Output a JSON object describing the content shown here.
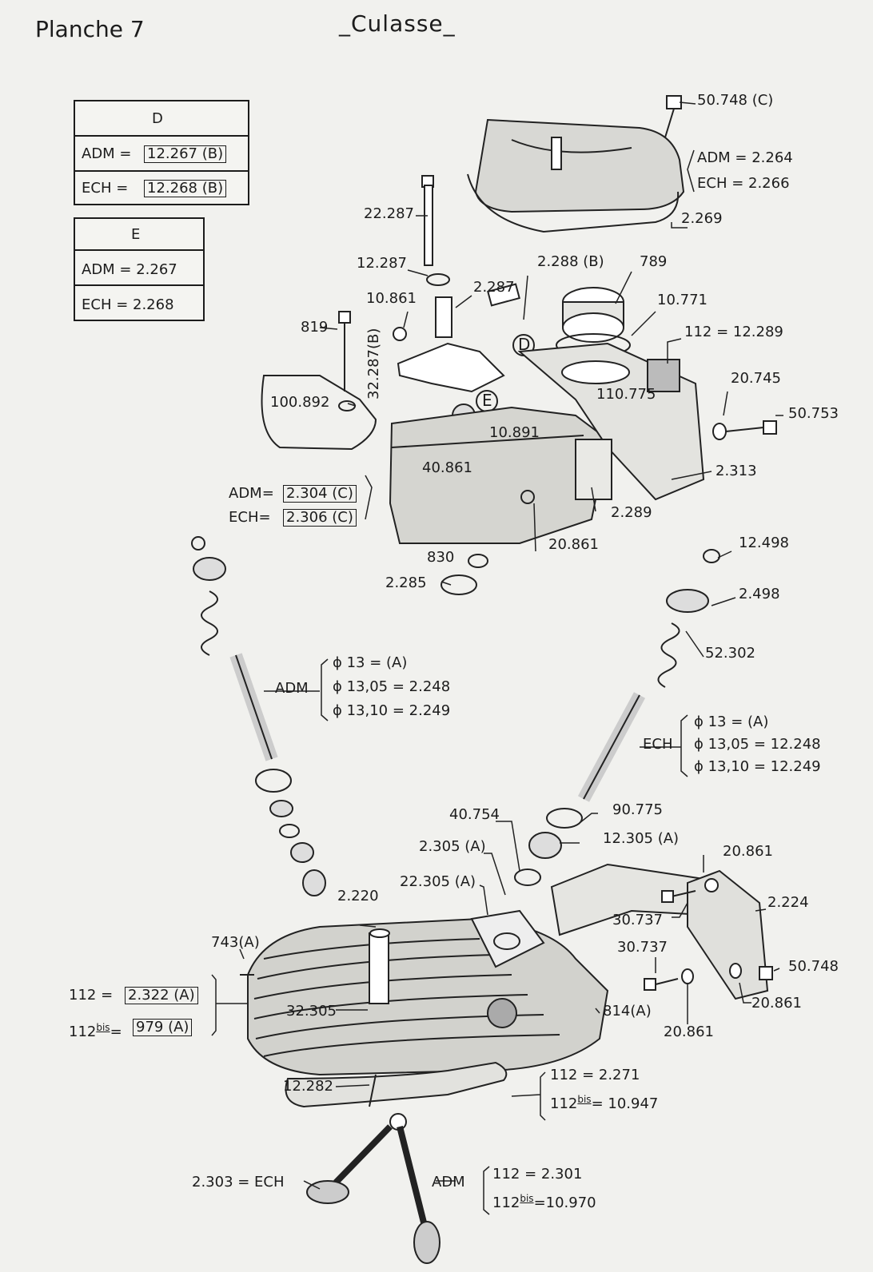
{
  "header": {
    "planche": "Planche 7",
    "title": "_Culasse_"
  },
  "table_d": {
    "title": "D",
    "adm_label": "ADM =",
    "adm_value": "12.267 (B)",
    "ech_label": "ECH =",
    "ech_value": "12.268 (B)"
  },
  "table_e": {
    "title": "E",
    "adm": "ADM = 2.267",
    "ech": "ECH = 2.268"
  },
  "labels": {
    "l_50748c": "50.748 (C)",
    "l_adm2264": "ADM = 2.264",
    "l_ech2266": "ECH = 2.266",
    "l_2269": "2.269",
    "l_22287": "22.287",
    "l_12287": "12.287",
    "l_2288b": "2.288 (B)",
    "l_789": "789",
    "l_2287": "2.287",
    "l_10861": "10.861",
    "l_10771": "10.771",
    "l_112_12289": "112 = 12.289",
    "l_819": "819",
    "l_32287b": "32.287(B)",
    "l_D": "D",
    "l_E": "E",
    "l_110775": "110.775",
    "l_20745": "20.745",
    "l_50753": "50.753",
    "l_100892": "100.892",
    "l_10891": "10.891",
    "l_40861": "40.861",
    "l_2313": "2.313",
    "l_adm2304_label": "ADM=",
    "l_adm2304_value": "2.304 (C)",
    "l_ech2306_label": "ECH=",
    "l_ech2306_value": "2.306 (C)",
    "l_2289": "2.289",
    "l_20861a": "20.861",
    "l_830": "830",
    "l_2285": "2.285",
    "l_12498": "12.498",
    "l_2498": "2.498",
    "l_52302": "52.302",
    "l_adm_phi": "ADM",
    "l_phi13a": "ϕ  13 = (A)",
    "l_phi1305a": "ϕ  13,05 = 2.248",
    "l_phi1310a": "ϕ  13,10 = 2.249",
    "l_ech_phi": "ECH",
    "l_phi13b": "ϕ  13 = (A)",
    "l_phi1305b": "ϕ  13,05 = 12.248",
    "l_phi1310b": "ϕ  13,10 = 12.249",
    "l_40754": "40.754",
    "l_90775": "90.775",
    "l_12305a": "12.305 (A)",
    "l_2305a": "2.305 (A)",
    "l_22305a": "22.305 (A)",
    "l_20861b": "20.861",
    "l_2224": "2.224",
    "l_2220": "2.220",
    "l_30737a": "30.737",
    "l_743a": "743(A)",
    "l_30737b": "30.737",
    "l_50748": "50.748",
    "l_112_label": "112 =",
    "l_2322a": "2.322  (A)",
    "l_112bis_label": "112",
    "l_bis": "bis",
    "l_eq": "=",
    "l_979a": "979  (A)",
    "l_32305": "32.305",
    "l_814a": "814(A)",
    "l_20861c": "20.861",
    "l_20861d": "20.861",
    "l_12282": "12.282",
    "l_112_2271": "112 = 2.271",
    "l_112bis_10947_a": "112",
    "l_112bis_10947_b": "= 10.947",
    "l_2303ech": "2.303 = ECH",
    "l_adm_bottom": "ADM",
    "l_112_2301": "112 =  2.301",
    "l_112bis_10970_a": "112",
    "l_112bis_10970_b": "=10.970"
  }
}
